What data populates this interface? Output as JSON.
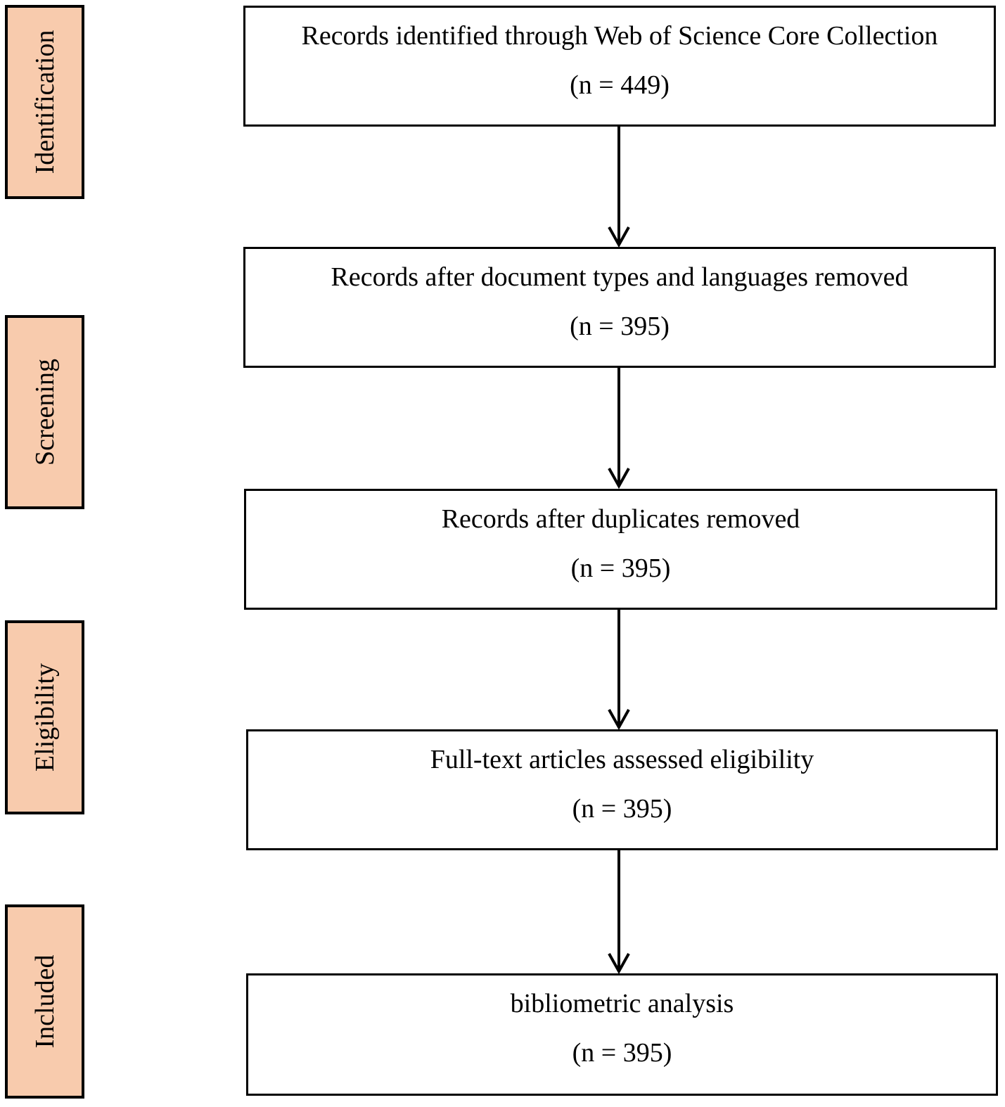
{
  "stages": [
    {
      "label": "Identification"
    },
    {
      "label": "Screening"
    },
    {
      "label": "Eligibility"
    },
    {
      "label": "Included"
    }
  ],
  "boxes": [
    {
      "text": "Records identified through Web of Science Core Collection",
      "count": "(n = 449)"
    },
    {
      "text": "Records after document types and languages removed",
      "count": "(n = 395)"
    },
    {
      "text": "Records after duplicates removed",
      "count": "(n = 395)"
    },
    {
      "text": "Full-text articles assessed eligibility",
      "count": "(n = 395)"
    },
    {
      "text": "bibliometric analysis",
      "count": "(n = 395)"
    }
  ],
  "colors": {
    "stage_fill": "#f8cbad",
    "border": "#000000",
    "background": "#ffffff"
  }
}
